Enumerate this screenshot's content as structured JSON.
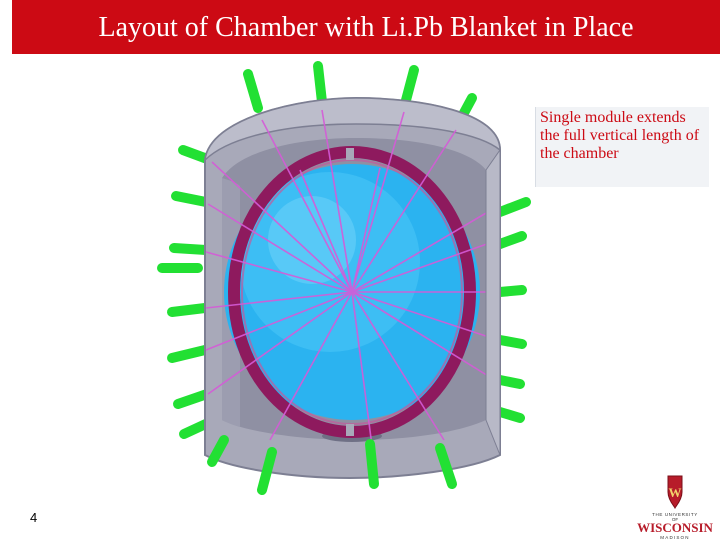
{
  "slide": {
    "title": "Layout of Chamber with Li.Pb Blanket in Place",
    "callout": "Single module extends the full vertical length of the chamber",
    "page_number": "4"
  },
  "figure": {
    "icon": "chamber-cutaway-illustration"
  },
  "logo": {
    "line1": "THE UNIVERSITY",
    "line2": "OF",
    "line3": "WISCONSIN",
    "line4": "MADISON",
    "crest_letter": "W"
  },
  "colors": {
    "title_bar": "#cc0a14",
    "callout_text": "#cc0a14",
    "chamber_wall": "#a8a9b9",
    "sphere": "#2bb3f0",
    "blanket": "#8e1a5e",
    "beam_ports": "#22e033",
    "beam_lines": "#d55bd8"
  }
}
